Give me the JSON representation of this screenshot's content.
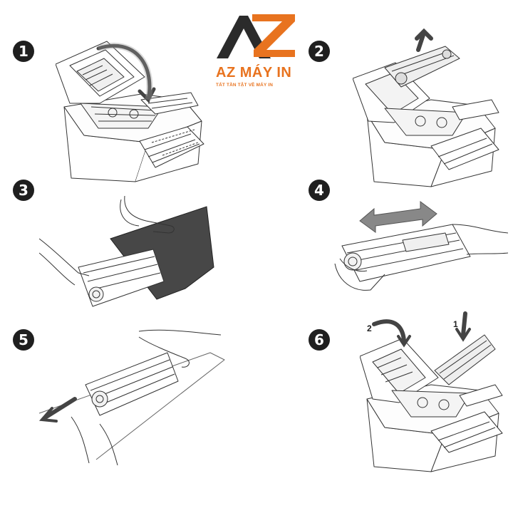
{
  "brand": {
    "logo_letters": "AZ",
    "name": "AZ MÁY IN",
    "tagline": "TẤT TẦN TẬT VỀ MÁY IN",
    "colors": {
      "primary_dark": "#2b2b2b",
      "accent_orange": "#e8731f"
    }
  },
  "steps": [
    {
      "number": "1",
      "icon": "printer-open-lid"
    },
    {
      "number": "2",
      "icon": "remove-toner-cartridge"
    },
    {
      "number": "3",
      "icon": "unwrap-cartridge-bag"
    },
    {
      "number": "4",
      "icon": "shake-cartridge"
    },
    {
      "number": "5",
      "icon": "pull-sealing-tape"
    },
    {
      "number": "6",
      "icon": "insert-cartridge-close-lid"
    }
  ],
  "step6_callouts": [
    "2",
    "1"
  ]
}
